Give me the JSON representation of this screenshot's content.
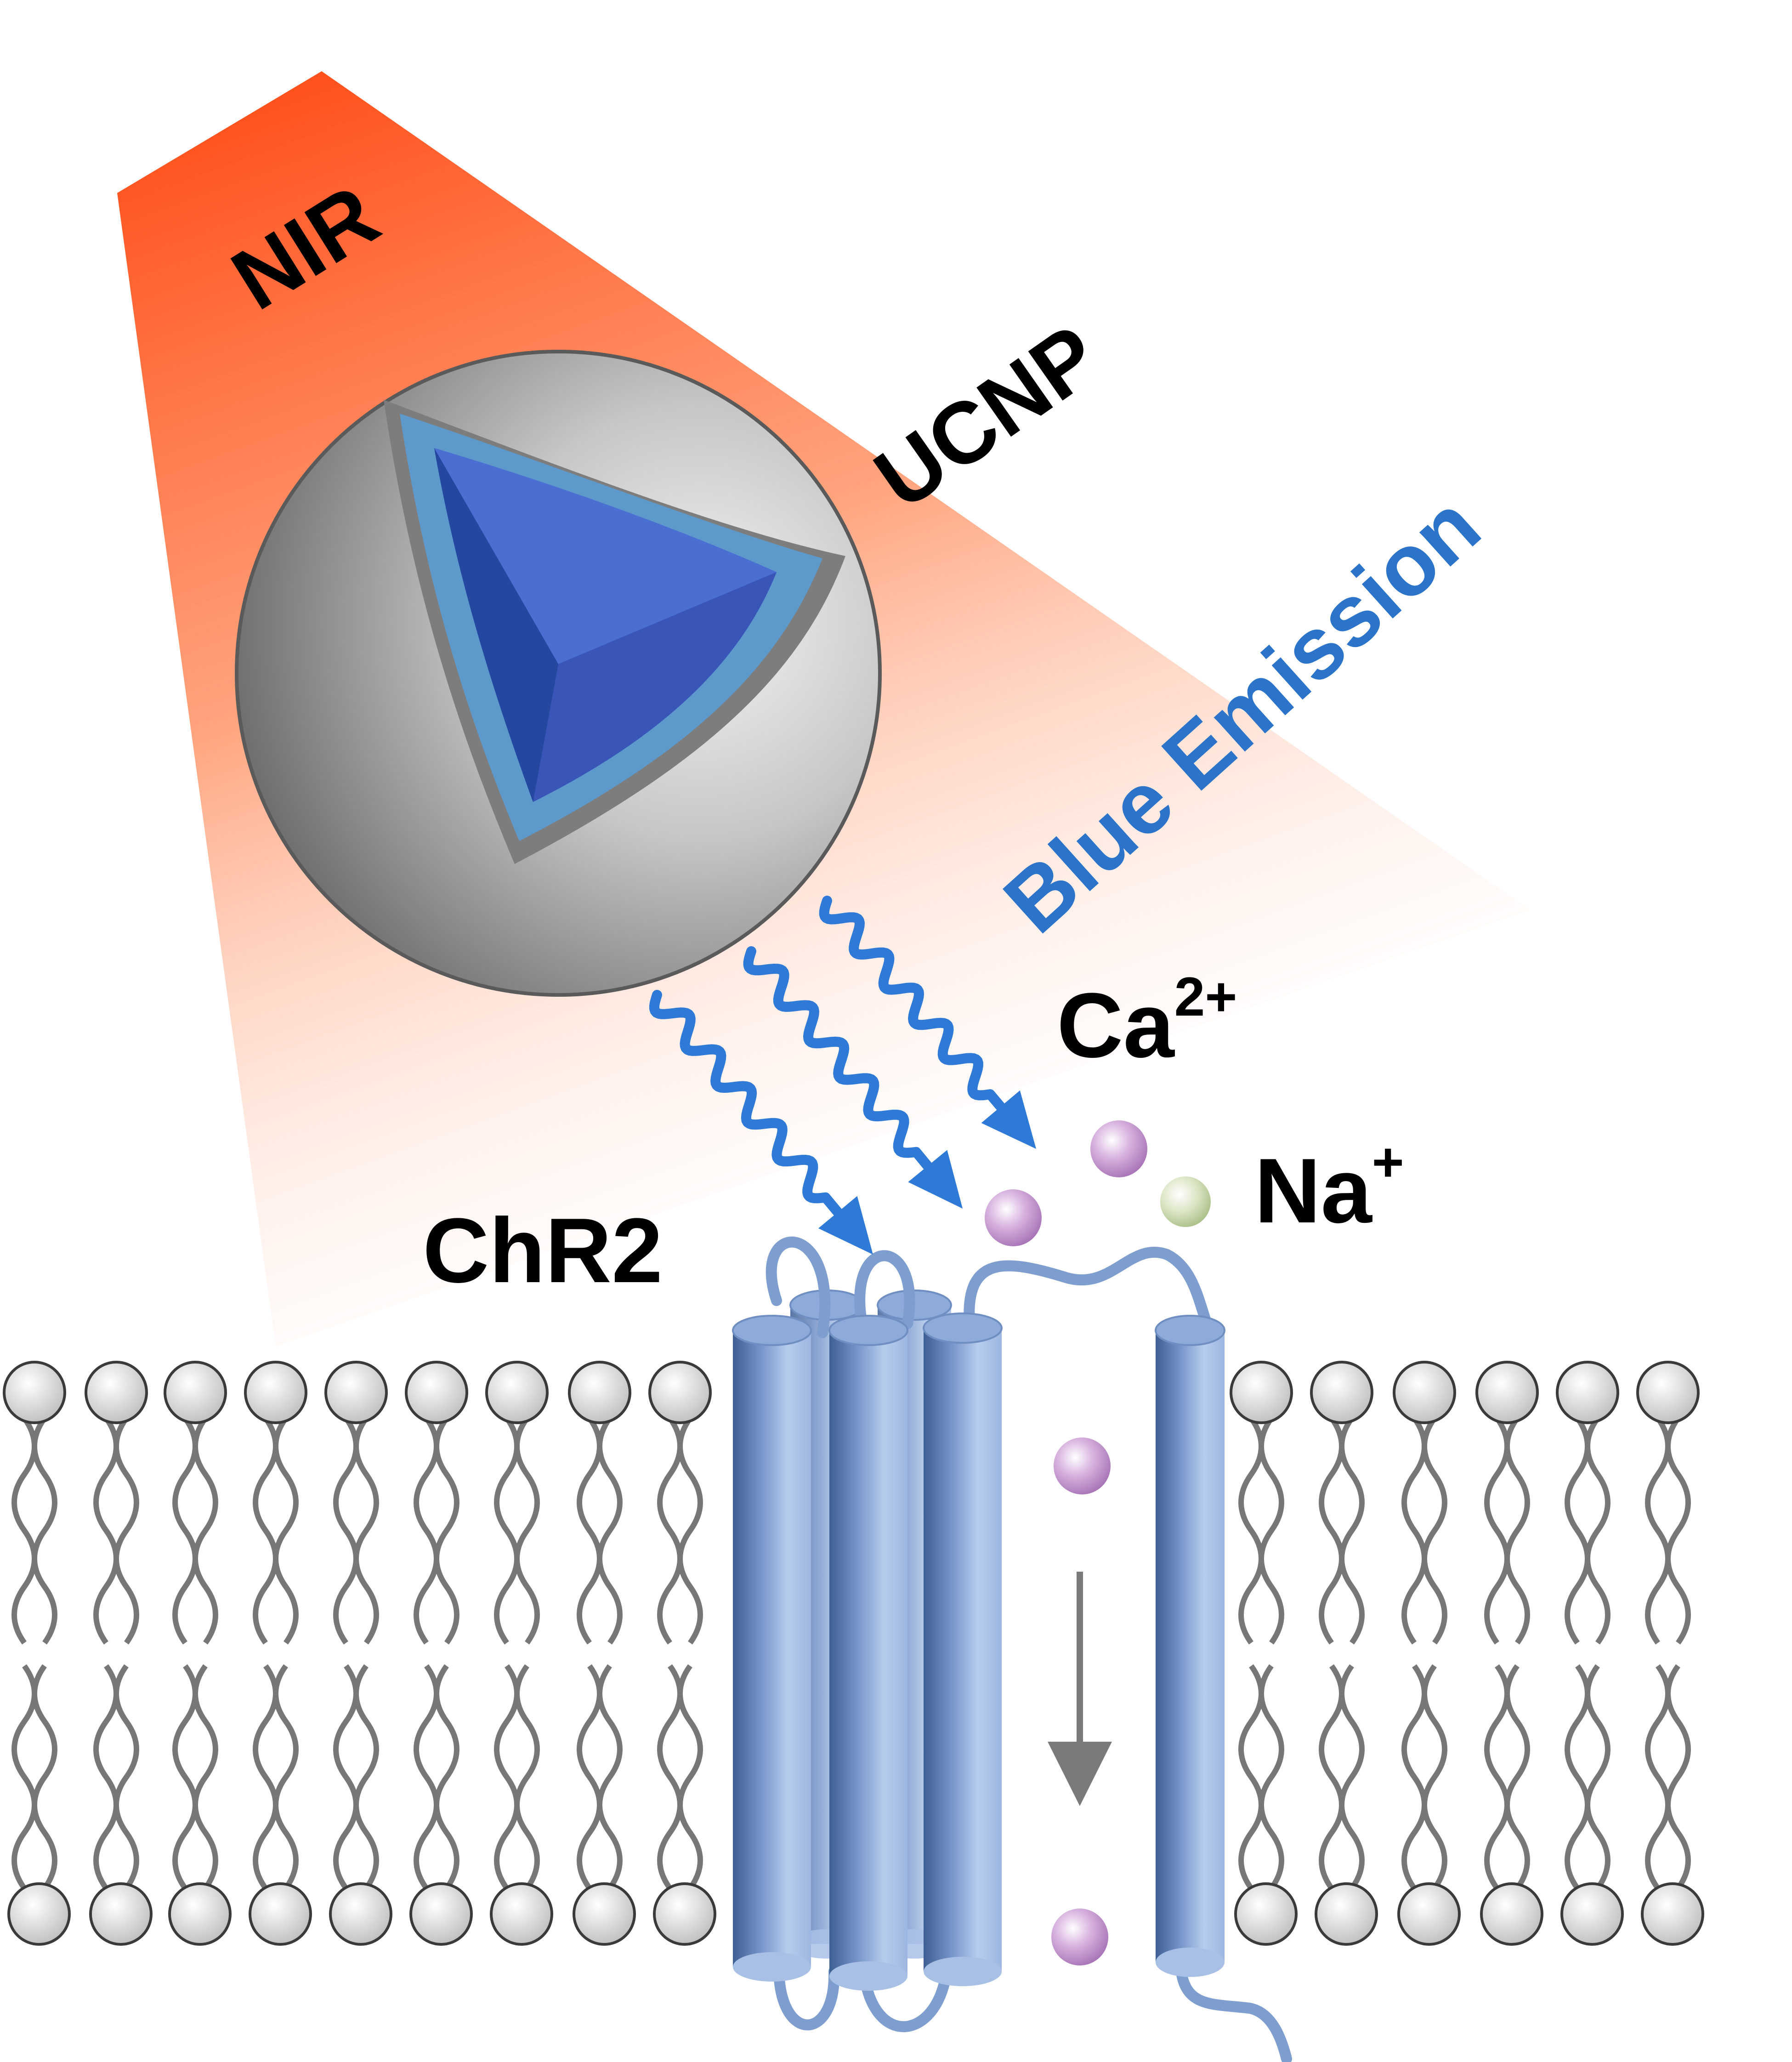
{
  "labels": {
    "nir": "NIR",
    "ucnp": "UCNP",
    "blue_emission": "Blue Emission",
    "chr2": "ChR2",
    "ca_base": "Ca",
    "ca_charge": "2+",
    "na_base": "Na",
    "na_charge": "+"
  },
  "colors": {
    "nir_beam": "#ff4a14",
    "blue_text": "#2c74c9",
    "emission_arrows": "#2f7ad6",
    "helix": "#7e9ecf",
    "ca_ion": "#c79ad3",
    "na_ion": "#cfdcb2",
    "lipid_head": "#dcdcdc",
    "lipid_tail": "#777777"
  },
  "icons": {
    "nanoparticle": "ucnp-core-shell-sphere-icon",
    "emission": "wavy-photon-arrow-icon",
    "channel": "transmembrane-helix-icon",
    "ion": "ion-sphere-icon",
    "flux": "ion-flux-arrow-icon"
  }
}
